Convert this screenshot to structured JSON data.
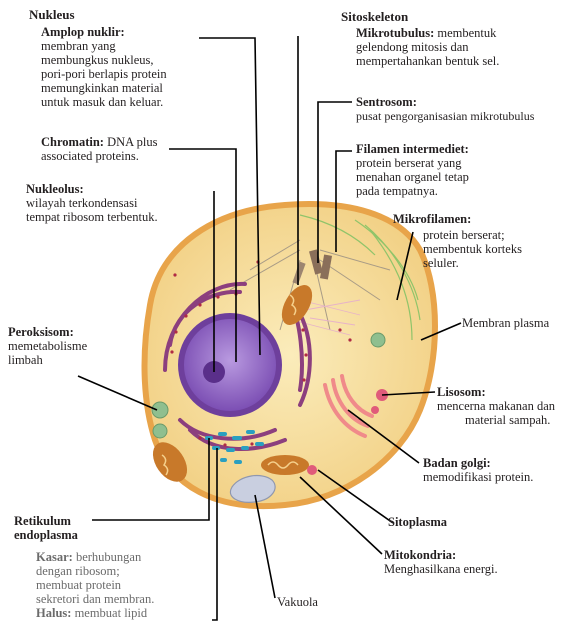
{
  "labels": {
    "nukleus": {
      "title": "Nukleus",
      "amplop_title": "Amplop  nuklir:",
      "amplop_desc": [
        "membran yang",
        "membungkus nukleus,",
        "pori-pori berlapis protein",
        "memungkinkan material",
        "untuk masuk dan keluar."
      ],
      "chromatin_title": "Chromatin:",
      "chromatin_desc_1": " DNA plus",
      "chromatin_desc_2": "associated proteins."
    },
    "nukleolus": {
      "title": "Nukleolus:",
      "desc": [
        "wilayah terkondensasi",
        "tempat ribosom terbentuk."
      ]
    },
    "peroksisom": {
      "title": "Peroksisom:",
      "desc": [
        "memetabolisme",
        "limbah"
      ]
    },
    "retikulum": {
      "title_1": "Retikulum",
      "title_2": "endoplasma",
      "kasar_title": "Kasar:",
      "kasar_desc": [
        " berhubungan",
        "dengan ribosom;",
        "membuat protein",
        "sekretori dan membran."
      ],
      "halus_title": "Halus:",
      "halus_desc": " membuat lipid"
    },
    "sitoskeleton": {
      "title": "Sitoskeleton",
      "mikrotubulus_title": "Mikrotubulus:",
      "mikrotubulus_desc": [
        " membentuk",
        "gelendong mitosis dan",
        "mempertahankan bentuk sel."
      ],
      "sentrosom_title": "Sentrosom:",
      "sentrosom_desc": "pusat pengorganisasian mikrotubulus",
      "filamen_title": "Filamen intermediet:",
      "filamen_desc": [
        "protein berserat yang",
        "menahan organel tetap",
        "pada tempatnya."
      ],
      "mikrofilamen_title": "Mikrofilamen:",
      "mikrofilamen_desc": [
        "protein berserat;",
        "membentuk korteks",
        "seluler."
      ]
    },
    "membran_plasma": "Membran plasma",
    "lisosom": {
      "title": "Lisosom:",
      "desc": [
        "mencerna makanan dan",
        "material sampah."
      ]
    },
    "badan_golgi": {
      "title": "Badan golgi:",
      "desc": "memodifikasi protein."
    },
    "sitoplasma": "Sitoplasma",
    "mitokondria": {
      "title": "Mitokondria:",
      "desc": "Menghasilkana energi."
    },
    "vakuola": "Vakuola"
  },
  "colors": {
    "cytoplasm": "#f5dc95",
    "membrane": "#e8a44a",
    "nucleus": "#8e5fbf",
    "nucleolus": "#5a2f8a",
    "er": "#8c3f7e",
    "mitochondria": "#c8792a",
    "golgi": "#f08a8a",
    "lysosome": "#e05b7a",
    "peroxisome": "#8fbf8f",
    "vacuole": "#c9cfe0",
    "smooth_er": "#2a9fc0",
    "leader": "#000000"
  }
}
